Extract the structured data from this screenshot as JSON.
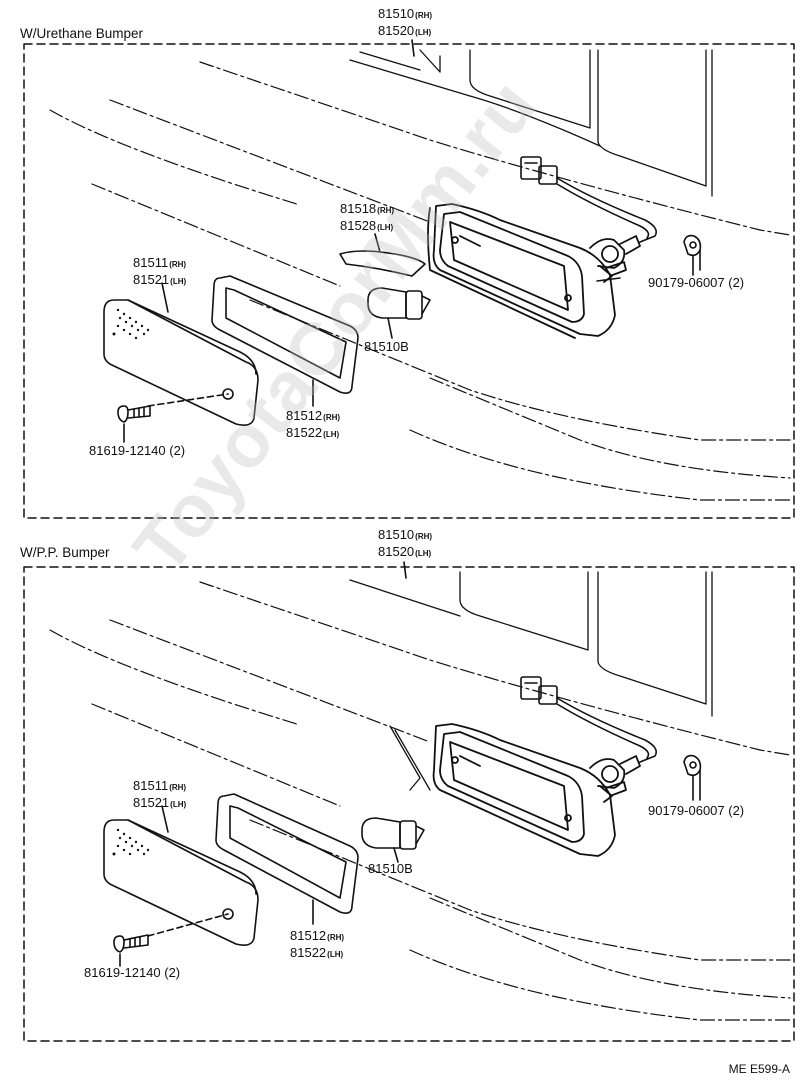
{
  "watermark": "ToyotaCorMm.ru",
  "figure_code": "ME E599-A",
  "sections": [
    {
      "title": "W/Urethane Bumper",
      "lamp_assy": {
        "rh": "81510",
        "lh": "81520",
        "rh_sfx": "(RH)",
        "lh_sfx": "(LH)"
      },
      "lens": {
        "rh": "81511",
        "lh": "81521",
        "rh_sfx": "(RH)",
        "lh_sfx": "(LH)"
      },
      "gasket": {
        "rh": "81512",
        "lh": "81522",
        "rh_sfx": "(RH)",
        "lh_sfx": "(LH)"
      },
      "reflector": {
        "rh": "81518",
        "lh": "81528",
        "rh_sfx": "(RH)",
        "lh_sfx": "(LH)"
      },
      "bulb": "81510B",
      "screw": "81619-12140 (2)",
      "clip": "90179-06007 (2)"
    },
    {
      "title": "W/P.P. Bumper",
      "lamp_assy": {
        "rh": "81510",
        "lh": "81520",
        "rh_sfx": "(RH)",
        "lh_sfx": "(LH)"
      },
      "lens": {
        "rh": "81511",
        "lh": "81521",
        "rh_sfx": "(RH)",
        "lh_sfx": "(LH)"
      },
      "gasket": {
        "rh": "81512",
        "lh": "81522",
        "rh_sfx": "(RH)",
        "lh_sfx": "(LH)"
      },
      "bulb": "81510B",
      "screw": "81619-12140 (2)",
      "clip": "90179-06007 (2)"
    }
  ]
}
